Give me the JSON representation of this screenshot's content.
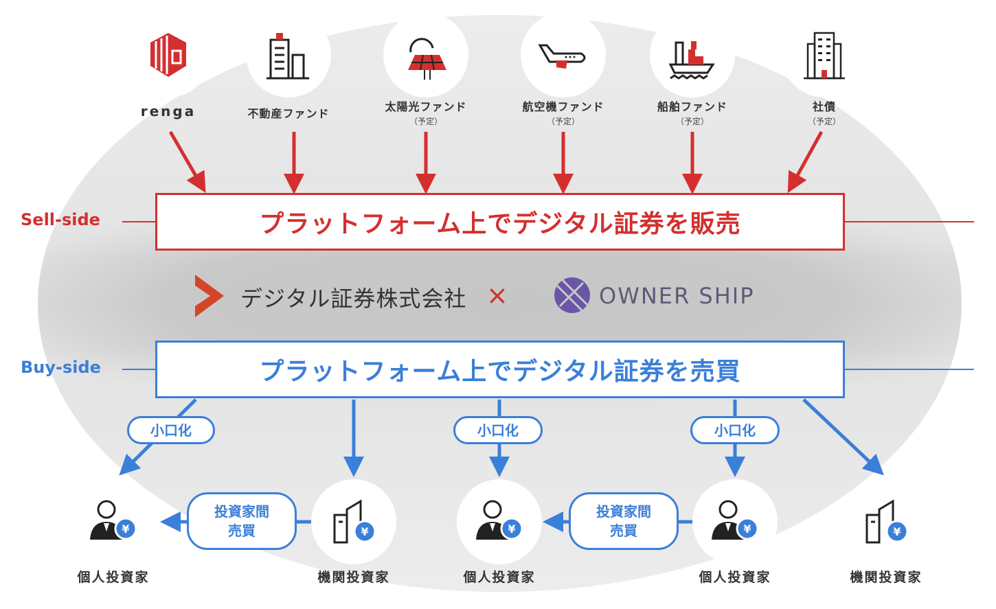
{
  "sources": [
    {
      "label": "renga",
      "sub": "",
      "icon": "renga-logo-icon"
    },
    {
      "label": "不動産ファンド",
      "sub": "",
      "icon": "building-icon"
    },
    {
      "label": "太陽光ファンド",
      "sub": "（予定）",
      "icon": "solar-panel-icon"
    },
    {
      "label": "航空機ファンド",
      "sub": "（予定）",
      "icon": "airplane-icon"
    },
    {
      "label": "船舶ファンド",
      "sub": "（予定）",
      "icon": "ship-icon"
    },
    {
      "label": "社債",
      "sub": "（予定）",
      "icon": "office-tower-icon"
    }
  ],
  "sell": {
    "side": "Sell-side",
    "text": "プラットフォーム上でデジタル証券を販売"
  },
  "partners": {
    "left": "デジタル証券株式会社",
    "times": "×",
    "right": "OWNER SHIP"
  },
  "buy": {
    "side": "Buy-side",
    "text": "プラットフォーム上でデジタル証券を売買"
  },
  "fraction": "小口化",
  "p2p": {
    "line1": "投資家間",
    "line2": "売買"
  },
  "investors": [
    {
      "label": "個人投資家",
      "icon": "individual-investor-icon"
    },
    {
      "label": "機関投資家",
      "icon": "institutional-investor-icon"
    },
    {
      "label": "個人投資家",
      "icon": "individual-investor-icon"
    },
    {
      "label": "個人投資家",
      "icon": "individual-investor-icon"
    },
    {
      "label": "機関投資家",
      "icon": "institutional-investor-icon"
    }
  ],
  "colors": {
    "red": "#d42f2f",
    "blue": "#3a7fd8"
  }
}
